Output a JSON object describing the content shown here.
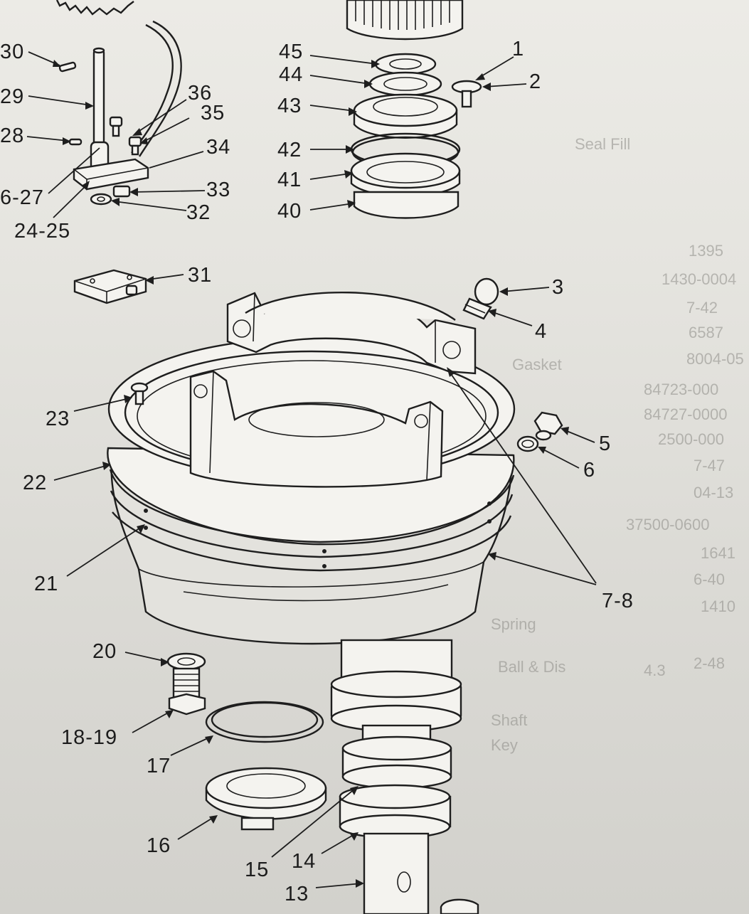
{
  "diagram": {
    "callouts": [
      {
        "id": "c1",
        "text": "1"
      },
      {
        "id": "c2",
        "text": "2"
      },
      {
        "id": "c3",
        "text": "3"
      },
      {
        "id": "c4",
        "text": "4"
      },
      {
        "id": "c5",
        "text": "5"
      },
      {
        "id": "c6",
        "text": "6"
      },
      {
        "id": "c78",
        "text": "7-8"
      },
      {
        "id": "c13",
        "text": "13"
      },
      {
        "id": "c14",
        "text": "14"
      },
      {
        "id": "c15",
        "text": "15"
      },
      {
        "id": "c16",
        "text": "16"
      },
      {
        "id": "c17",
        "text": "17"
      },
      {
        "id": "c1819",
        "text": "18-19"
      },
      {
        "id": "c20",
        "text": "20"
      },
      {
        "id": "c21",
        "text": "21"
      },
      {
        "id": "c22",
        "text": "22"
      },
      {
        "id": "c23",
        "text": "23"
      },
      {
        "id": "c2425",
        "text": "24-25"
      },
      {
        "id": "c2627",
        "text": "6-27"
      },
      {
        "id": "c28",
        "text": "28"
      },
      {
        "id": "c29",
        "text": "29"
      },
      {
        "id": "c30",
        "text": "30"
      },
      {
        "id": "c31",
        "text": "31"
      },
      {
        "id": "c32",
        "text": "32"
      },
      {
        "id": "c33",
        "text": "33"
      },
      {
        "id": "c34",
        "text": "34"
      },
      {
        "id": "c35",
        "text": "35"
      },
      {
        "id": "c36",
        "text": "36"
      },
      {
        "id": "c40",
        "text": "40"
      },
      {
        "id": "c41",
        "text": "41"
      },
      {
        "id": "c42",
        "text": "42"
      },
      {
        "id": "c43",
        "text": "43"
      },
      {
        "id": "c44",
        "text": "44"
      },
      {
        "id": "c45",
        "text": "45"
      }
    ],
    "bleed_through": [
      "1395",
      "1430-0004",
      "7-42",
      "6587",
      "8004-05",
      "84723-000",
      "84727-0000",
      "2500-000",
      "7-47",
      "04-13",
      "37500-0600",
      "1641",
      "6-40",
      "1410",
      "2-48",
      "4.3",
      "Seal Fill",
      "Ball & Dis",
      "Gasket",
      "Spring",
      "Shaft",
      "Key"
    ]
  }
}
